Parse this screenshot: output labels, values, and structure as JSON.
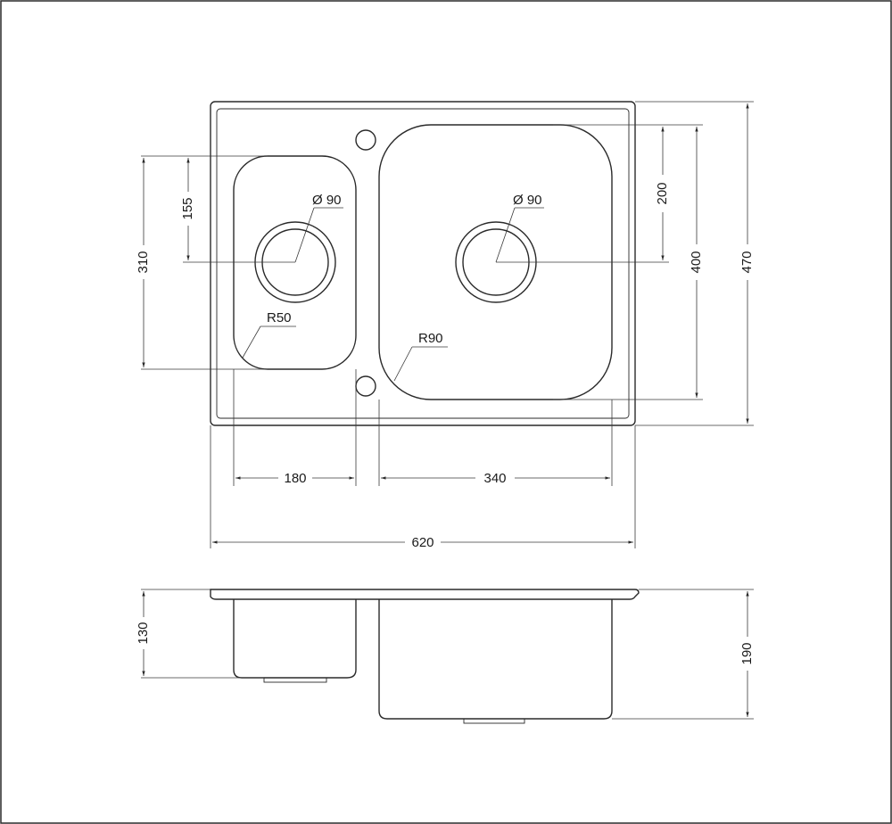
{
  "dimensions": {
    "drain_left_diameter": "Ø 90",
    "drain_right_diameter": "Ø 90",
    "radius_small_bowl": "R50",
    "radius_large_bowl": "R90",
    "small_bowl_width": "180",
    "large_bowl_width": "340",
    "overall_width": "620",
    "drain_offset_small": "155",
    "small_bowl_length": "310",
    "drain_offset_large": "200",
    "large_bowl_length": "400",
    "overall_length": "470",
    "small_bowl_depth": "130",
    "large_bowl_depth": "190"
  },
  "colors": {
    "line": "#2a2a2a",
    "background": "#ffffff"
  }
}
